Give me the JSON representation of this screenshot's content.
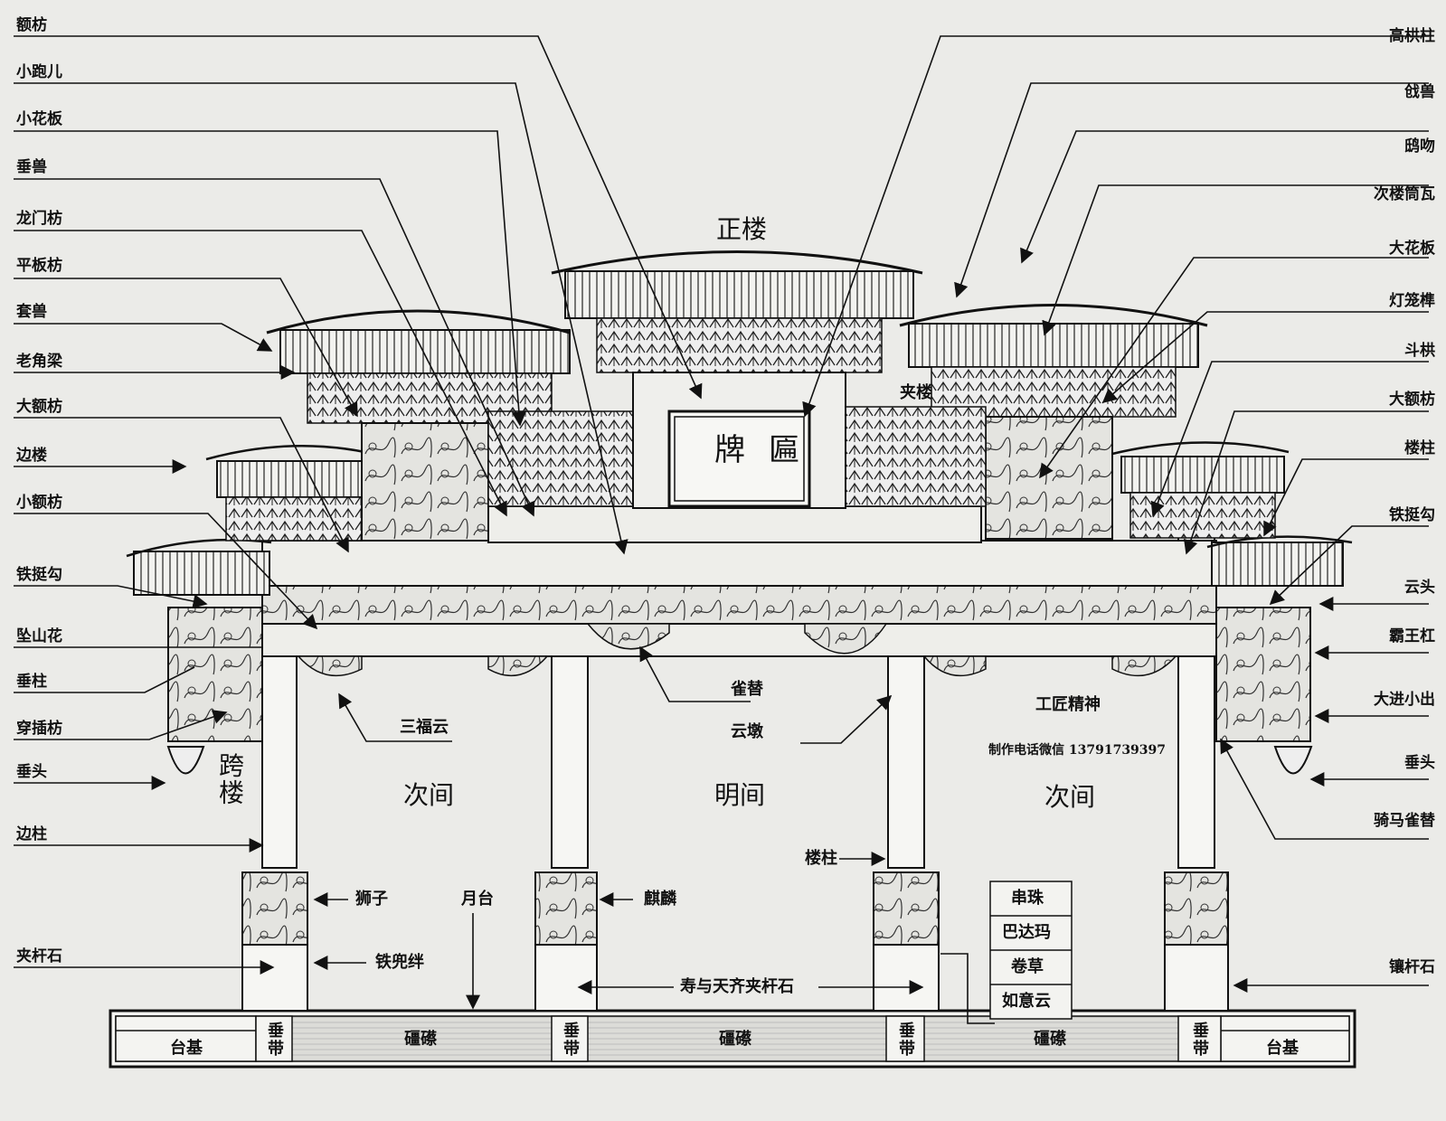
{
  "left_labels": [
    "额枋",
    "小跑儿",
    "小花板",
    "垂兽",
    "龙门枋",
    "平板枋",
    "套兽",
    "老角梁",
    "大额枋",
    "边楼",
    "小额枋",
    "铁挺勾",
    "坠山花",
    "垂柱",
    "穿插枋",
    "垂头",
    "边柱",
    "夹杆石"
  ],
  "right_labels": [
    "高栱柱",
    "戗兽",
    "鸱吻",
    "次楼筒瓦",
    "大花板",
    "灯笼榫",
    "斗栱",
    "大额枋",
    "楼柱",
    "铁挺勾",
    "云头",
    "霸王杠",
    "大进小出",
    "垂头",
    "骑马雀替",
    "镶杆石"
  ],
  "center": {
    "zheng_lou": "正楼",
    "jia_lou": "夹楼",
    "kua_lou": "跨楼",
    "plaque": "牌匾",
    "ci_jian_left": "次间",
    "ming_jian": "明间",
    "ci_jian_right": "次间",
    "que_ti": "雀替",
    "yun_dun": "云墩",
    "san_fu_yun": "三福云",
    "lou_zhu": "楼柱",
    "shi_zi": "狮子",
    "qi_lin": "麒麟",
    "tie_dou_ban": "铁兜绊",
    "yue_tai": "月台",
    "shou_yu_tian_qi": "寿与天齐夹杆石",
    "gongjiang": "工匠精神",
    "contact": "制作电话微信 13791739397"
  },
  "legend": [
    "串珠",
    "巴达玛",
    "卷草",
    "如意云"
  ],
  "base": {
    "tai_ji": "台基",
    "chui_dai": "垂带",
    "ca_ca": "礓礤"
  },
  "colors": {
    "background": "#ebebe8",
    "ink": "#111111",
    "panel": "#d9d9d5"
  }
}
